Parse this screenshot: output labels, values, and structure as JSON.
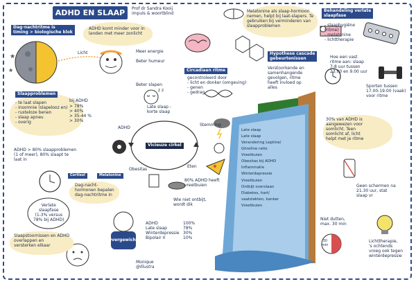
{
  "title": "ADHD EN SLAAP",
  "subtitle": "Prof dr Sandra Kooij\nimpuls & woortblind",
  "sections": {
    "day_night": {
      "header": "Dag-nachtritme is\ntiming > biologische klok",
      "light_label": "Licht"
    },
    "adhd_brain": {
      "text": "ADHD komt minder voor in\nlanden met meer zonlicht",
      "more_energy": "Meer energie",
      "better_mood": "Beter humeur",
      "better_sleep": "Beter slapen"
    },
    "melatonin": {
      "text": "Melatonine als slaap-hormoon\nnemen, helpt bij laat-slapers. Te\ngebruiken bij verminderen van\nslaapproblemen"
    },
    "treatment": {
      "header": "Behandeling verlate\nslaapfase",
      "items": "- slaaphygiëne\n  (ritme)\n- melatonine\n- lichttherapie"
    },
    "circadian": {
      "header": "Circadiaan ritme",
      "text": "gecontroleerd door\n- licht en donker (omgeving)\n- genen\n- gedrag"
    },
    "hypothesis": {
      "header": "Hypothese cascade\ngebeurtenissen",
      "text": "Verstoorkende en\nsamenhangende\ngevolgen, ritme\nheeft invloed op\nalles"
    },
    "bedtime": {
      "text": "Hoe een vast\nritme aan: slaap\n7-8 uur tussen\n23.00 en 9.00 uur"
    },
    "sports": {
      "text": "Sporten tussen\n17.00-19.00 (vaak)\nvoor ritme"
    },
    "sleep_problems": {
      "header": "Slaapproblemen",
      "list": "- te laat slapen\n- insomnie (slapelooz en)\n- rusteloze benen\n- slaap apneu\n- overig",
      "in_adhd_label": "bij ADHD",
      "values": "> 78%\n> 40%\n> 35-44 %\n> 30%"
    },
    "cycle": {
      "center": "Vicieuze cirkel",
      "late_sleep": "Late slaap -\nkorte slaap",
      "mood": "Stemming",
      "eating": "Eten",
      "obesity": "Obesitas",
      "adhd": "ADHD"
    },
    "adhd_stats": {
      "text": "ADHD > 80% slaapproblemen\n(1 of meer), 80% slaapt te\nlaat in"
    },
    "day_night_hormones": {
      "text": "Dag-nacht-\nhormonen bepalen\ndag-nachtritme in",
      "tag1": "Cortisol",
      "tag2": "Melatonine"
    },
    "late_phase": {
      "text": "Verlate\nslaapfase\n(1-3% versus\n78% bij ADHD)"
    },
    "overlap": {
      "text": "Slaapstoornissen en ADHD\noverlappen en\nversterken elkaar"
    },
    "breakfast": {
      "text": "80% ADHD heeft\nvreetbuien",
      "skip_breakfast": "Wie niet ontbijt,\nwordt dik"
    },
    "waterfall": {
      "labels": "Late slaap\nLate slaap\nVerandering Leptine/\nGhreline ratio\nVreetbuien\nObesitas bij ADHD\nInflammatie\nWinterdepressie\nVreetbuien\nOntbijt overslaan\nDiabetes, hart/\nvaatziekten, kanker\nVreetbuien"
    },
    "overweight": {
      "label": "Overgewicht",
      "rows": "ADHD\nLate slaap\nWinterdepressie\nBipolair II",
      "values": "100%\n78%\n30%\n10%"
    },
    "author": {
      "text": "Monique\n@Illustra"
    },
    "screens": {
      "glasses": "30% van ADHD is\naangewezen voor\nsomlicht. Teen\nsomlicht af, licht\nhelpt met je ritme",
      "no_screens": "Geen schermen na\n21.30 uur, stat\nslaap vr"
    },
    "sleep_time": {
      "text": "Niet dutten,\nmax. 30 min",
      "clock": "30\nmin"
    },
    "light_therapy": {
      "text": "Lichttherapie,\n's ochtends\nvroeg ook tegen\nwinterdepressie"
    }
  }
}
